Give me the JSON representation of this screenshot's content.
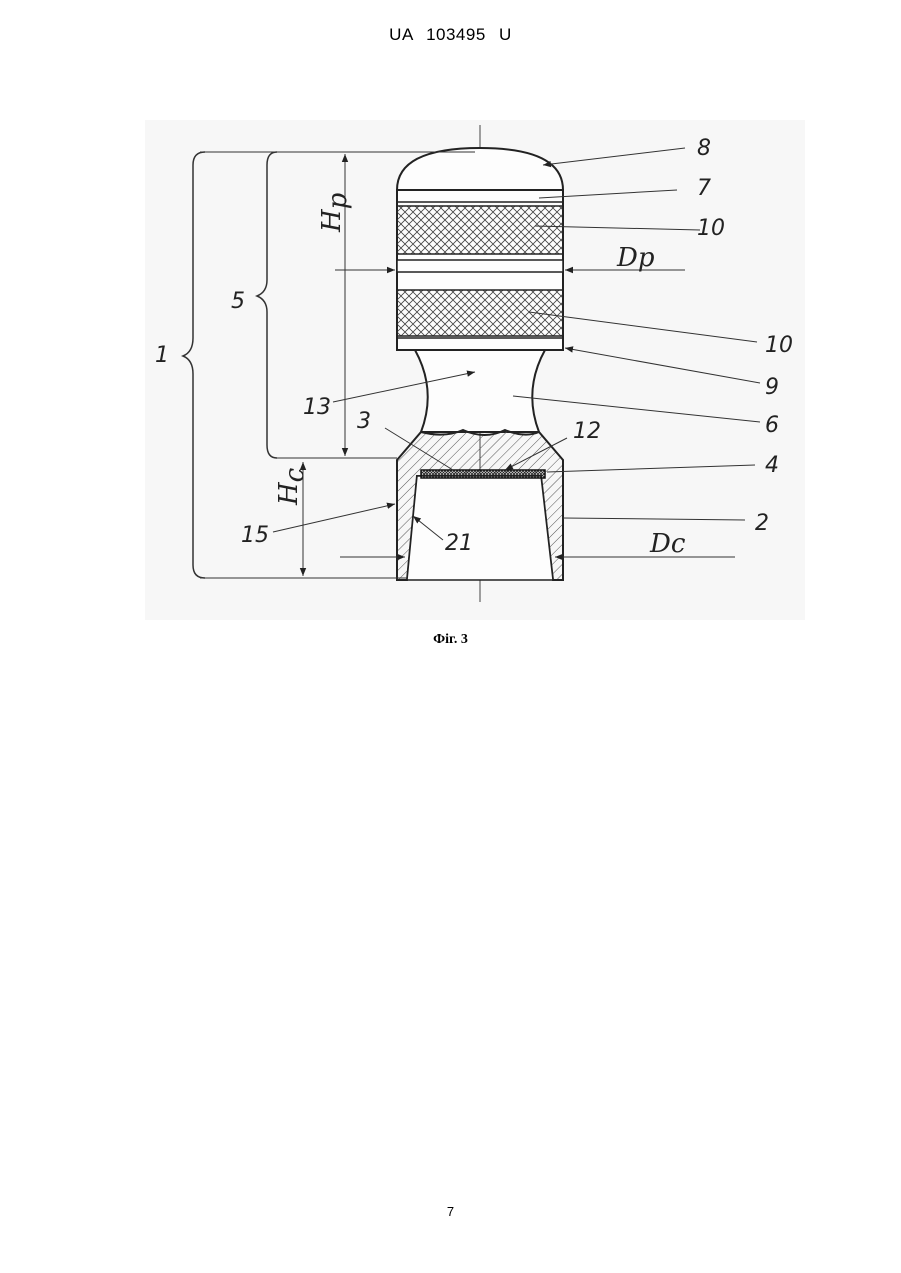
{
  "header": {
    "doc_number": "UA   103495   U"
  },
  "figure": {
    "caption": "Фіг. 3",
    "labels": {
      "l1": "1",
      "l2": "2",
      "l3": "3",
      "l4": "4",
      "l5": "5",
      "l6": "6",
      "l7": "7",
      "l8": "8",
      "l9": "9",
      "l10a": "10",
      "l10b": "10",
      "l12": "12",
      "l13": "13",
      "l15": "15",
      "l21": "21"
    },
    "dimensions": {
      "hp_main": "H",
      "hp_sub": "p",
      "hc_main": "H",
      "hc_sub": "c",
      "dp": "Dp",
      "dc": "Dc"
    }
  },
  "footer": {
    "page_number": "7"
  }
}
